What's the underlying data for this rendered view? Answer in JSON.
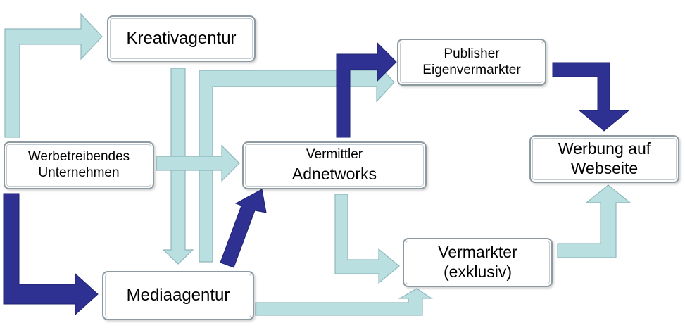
{
  "nodes": {
    "kreativagentur": {
      "lines": [
        "Kreativagentur"
      ]
    },
    "werbetreibendes": {
      "lines": [
        "Werbetreibendes",
        "Unternehmen"
      ]
    },
    "vermittler": {
      "lines": [
        "Vermittler",
        "Adnetworks"
      ]
    },
    "publisher": {
      "lines": [
        "Publisher",
        "Eigenvermarkter"
      ]
    },
    "werbung": {
      "lines": [
        "Werbung auf",
        "Webseite"
      ]
    },
    "vermarkter": {
      "lines": [
        "Vermarkter",
        "(exklusiv)"
      ]
    },
    "mediaagentur": {
      "lines": [
        "Mediaagentur"
      ]
    }
  },
  "colors": {
    "light_arrow_fill": "#b9dfe1",
    "light_arrow_stroke": "#8fb8bc",
    "dark_arrow_fill": "#2e3192",
    "dark_arrow_stroke": "#1f2270"
  }
}
